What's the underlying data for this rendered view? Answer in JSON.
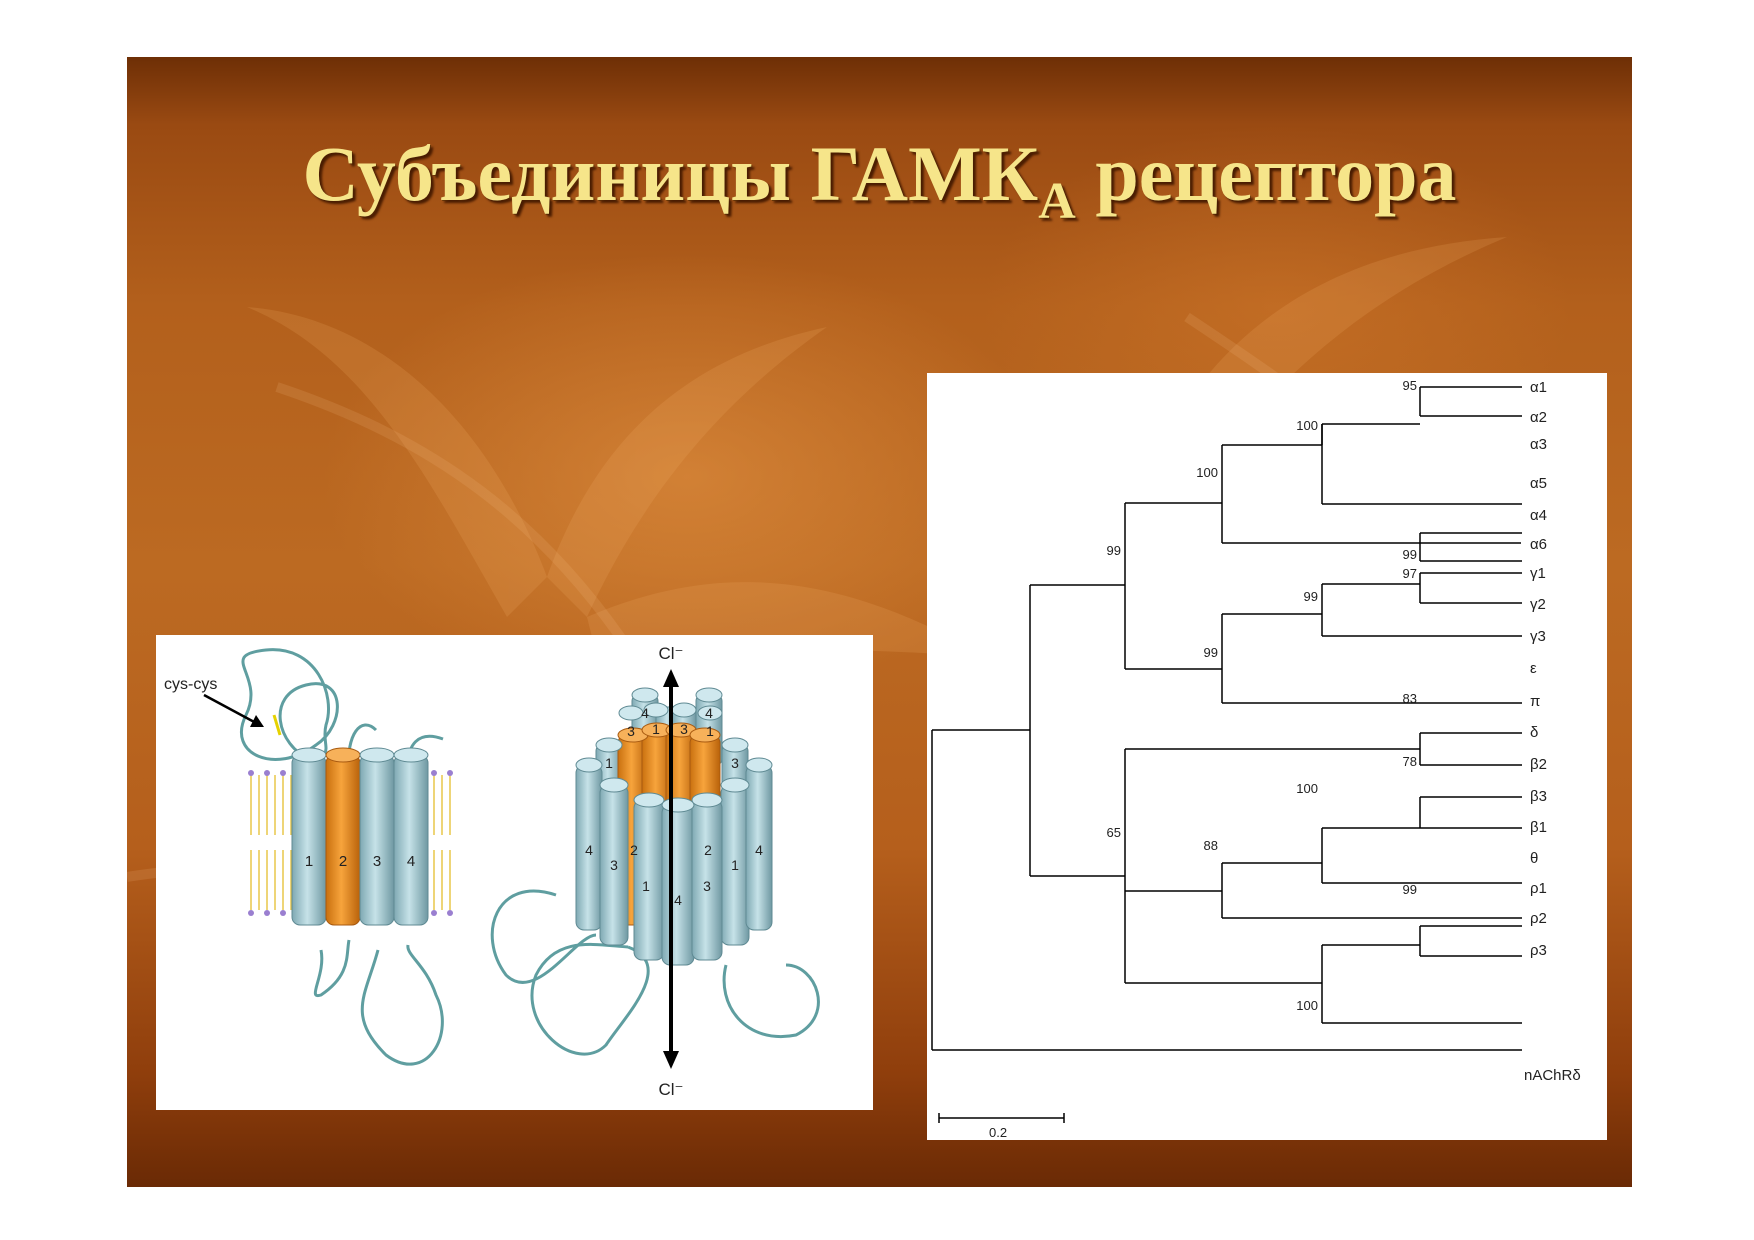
{
  "slide": {
    "title_main": "Субъединицы ГАМК",
    "title_sub": "A",
    "title_tail": " рецептора"
  },
  "left_figure": {
    "disulfide_label": "cys-cys",
    "ion_top": "Cl⁻",
    "ion_bottom": "Cl⁻",
    "single_subunit_helices": [
      "1",
      "2",
      "3",
      "4"
    ],
    "pentamer_labels": [
      "4",
      "4",
      "3",
      "1",
      "3",
      "1",
      "1",
      "3",
      "2",
      "2",
      "4",
      "3",
      "1",
      "4",
      "3",
      "1",
      "4"
    ],
    "colors": {
      "helix": "#a9cfd7",
      "pore_helix": "#f29a2e",
      "loop": "#5f9ea0",
      "membrane": "#e8c74a"
    }
  },
  "tree": {
    "leaves": [
      "α1",
      "α2",
      "α3",
      "α5",
      "α4",
      "α6",
      "γ1",
      "γ2",
      "γ3",
      "ε",
      "π",
      "δ",
      "β2",
      "β3",
      "β1",
      "θ",
      "ρ1",
      "ρ2",
      "ρ3",
      "nAChRδ"
    ],
    "bootstrap": [
      "95",
      "100",
      "100",
      "99",
      "99",
      "97",
      "99",
      "99",
      "83",
      "78",
      "100",
      "88",
      "65",
      "99",
      "100"
    ],
    "scale_label": "0.2"
  }
}
